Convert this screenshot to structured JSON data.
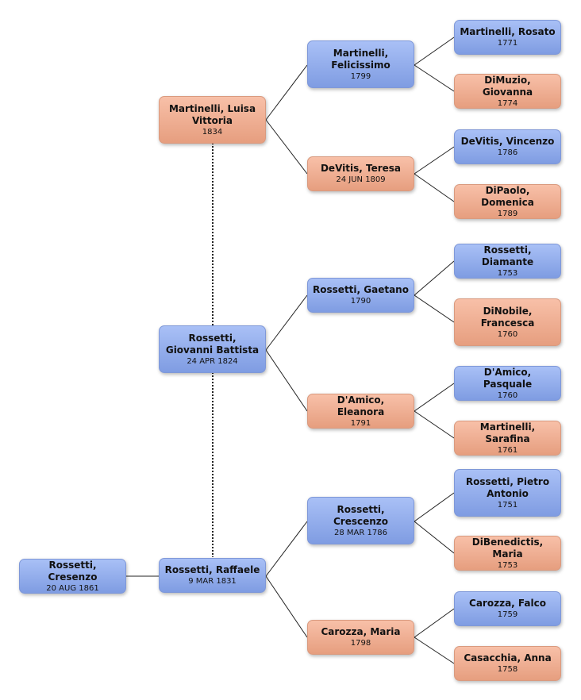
{
  "people": {
    "root": {
      "name": "Rossetti, Cresenzo",
      "date": "20 AUG 1861",
      "sex": "m"
    },
    "father": {
      "name": "Rossetti, Raffaele",
      "date": "9 MAR 1831",
      "sex": "m"
    },
    "spouse2": {
      "name": "Rossetti, Giovanni Battista",
      "date": "24 APR 1824",
      "sex": "m"
    },
    "spouse3": {
      "name": "Martinelli, Luisa Vittoria",
      "date": "1834",
      "sex": "f"
    },
    "ff": {
      "name": "Rossetti, Crescenzo",
      "date": "28 MAR 1786",
      "sex": "m"
    },
    "fm": {
      "name": "Carozza, Maria",
      "date": "1798",
      "sex": "f"
    },
    "gf": {
      "name": "Rossetti, Gaetano",
      "date": "1790",
      "sex": "m"
    },
    "gm": {
      "name": "D'Amico, Eleanora",
      "date": "1791",
      "sex": "f"
    },
    "lf": {
      "name": "Martinelli, Felicissimo",
      "date": "1799",
      "sex": "m"
    },
    "lm": {
      "name": "DeVitis, Teresa",
      "date": "24 JUN 1809",
      "sex": "f"
    },
    "fff": {
      "name": "Rossetti, Pietro Antonio",
      "date": "1751",
      "sex": "m"
    },
    "ffm": {
      "name": "DiBenedictis, Maria",
      "date": "1753",
      "sex": "f"
    },
    "fmf": {
      "name": "Carozza, Falco",
      "date": "1759",
      "sex": "m"
    },
    "fmm": {
      "name": "Casacchia, Anna",
      "date": "1758",
      "sex": "f"
    },
    "gff": {
      "name": "Rossetti, Diamante",
      "date": "1753",
      "sex": "m"
    },
    "gfm": {
      "name": "DiNobile, Francesca",
      "date": "1760",
      "sex": "f"
    },
    "gmf": {
      "name": "D'Amico, Pasquale",
      "date": "1760",
      "sex": "m"
    },
    "gmm": {
      "name": "Martinelli, Sarafina",
      "date": "1761",
      "sex": "f"
    },
    "lff": {
      "name": "Martinelli, Rosato",
      "date": "1771",
      "sex": "m"
    },
    "lfm": {
      "name": "DiMuzio, Giovanna",
      "date": "1774",
      "sex": "f"
    },
    "lmf": {
      "name": "DeVitis, Vincenzo",
      "date": "1786",
      "sex": "m"
    },
    "lmm": {
      "name": "DiPaolo, Domenica",
      "date": "1789",
      "sex": "f"
    }
  },
  "colors": {
    "male": "#8aa6ea",
    "female": "#f0ad91",
    "line": "#222222"
  }
}
